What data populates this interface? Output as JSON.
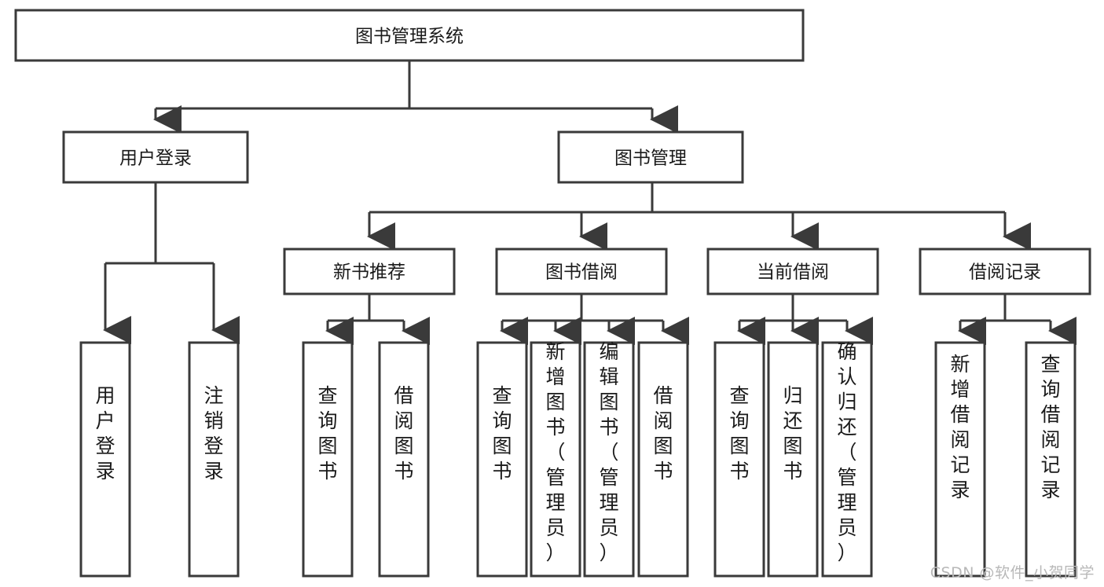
{
  "diagram": {
    "type": "tree-hierarchy-chart",
    "title": "图书管理系统",
    "watermark": "CSDN @软件_小贺同学",
    "colors": {
      "box_stroke": "#3a3a3a",
      "box_fill": "#ffffff",
      "text": "#1a1a1a",
      "connector": "#3a3a3a",
      "watermark": "#b8b8b8",
      "background": "#ffffff"
    },
    "root": {
      "label": "图书管理系统"
    },
    "level2": [
      {
        "label": "用户登录"
      },
      {
        "label": "图书管理"
      }
    ],
    "level3": [
      {
        "label": "新书推荐"
      },
      {
        "label": "图书借阅"
      },
      {
        "label": "当前借阅"
      },
      {
        "label": "借阅记录"
      }
    ],
    "leaves": {
      "user_login": [
        {
          "label": "用户登录"
        },
        {
          "label": "注销登录"
        }
      ],
      "new_book_recommend": [
        {
          "label": "查询图书"
        },
        {
          "label": "借阅图书"
        }
      ],
      "book_borrow": [
        {
          "label": "查询图书"
        },
        {
          "label": "新增图书（管理员）"
        },
        {
          "label": "编辑图书（管理员）"
        },
        {
          "label": "借阅图书"
        }
      ],
      "current_borrow": [
        {
          "label": "查询图书"
        },
        {
          "label": "归还图书"
        },
        {
          "label": "确认归还（管理员）"
        }
      ],
      "borrow_record": [
        {
          "label": "新增借阅记录"
        },
        {
          "label": "查询借阅记录"
        }
      ]
    }
  }
}
